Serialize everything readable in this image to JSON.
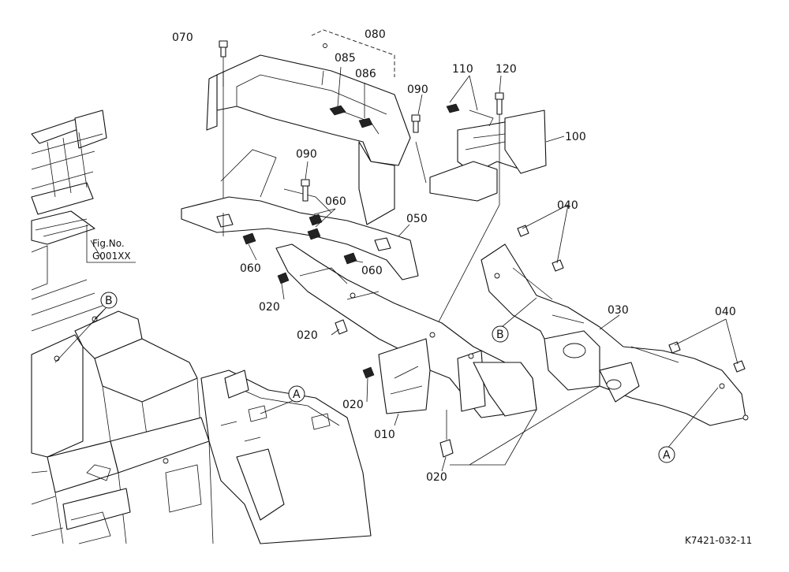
{
  "diagram": {
    "drawing_number": "K7421-032-11",
    "fig_ref": {
      "line1": "Fig.No.",
      "line2": "G001XX"
    },
    "part_labels": [
      {
        "id": "lbl-070",
        "text": "070"
      },
      {
        "id": "lbl-080",
        "text": "080"
      },
      {
        "id": "lbl-085",
        "text": "085"
      },
      {
        "id": "lbl-086",
        "text": "086"
      },
      {
        "id": "lbl-090a",
        "text": "090"
      },
      {
        "id": "lbl-110",
        "text": "110"
      },
      {
        "id": "lbl-120",
        "text": "120"
      },
      {
        "id": "lbl-100",
        "text": "100"
      },
      {
        "id": "lbl-090b",
        "text": "090"
      },
      {
        "id": "lbl-060a",
        "text": "060"
      },
      {
        "id": "lbl-050",
        "text": "050"
      },
      {
        "id": "lbl-060b",
        "text": "060"
      },
      {
        "id": "lbl-060c",
        "text": "060"
      },
      {
        "id": "lbl-040a",
        "text": "040"
      },
      {
        "id": "lbl-020a",
        "text": "020"
      },
      {
        "id": "lbl-020b",
        "text": "020"
      },
      {
        "id": "lbl-030",
        "text": "030"
      },
      {
        "id": "lbl-040b",
        "text": "040"
      },
      {
        "id": "lbl-020c",
        "text": "020"
      },
      {
        "id": "lbl-010",
        "text": "010"
      },
      {
        "id": "lbl-020d",
        "text": "020"
      }
    ],
    "reference_markers": [
      {
        "id": "ref-b-left",
        "text": "B"
      },
      {
        "id": "ref-a-mid",
        "text": "A"
      },
      {
        "id": "ref-b-right",
        "text": "B"
      },
      {
        "id": "ref-a-right",
        "text": "A"
      }
    ]
  }
}
